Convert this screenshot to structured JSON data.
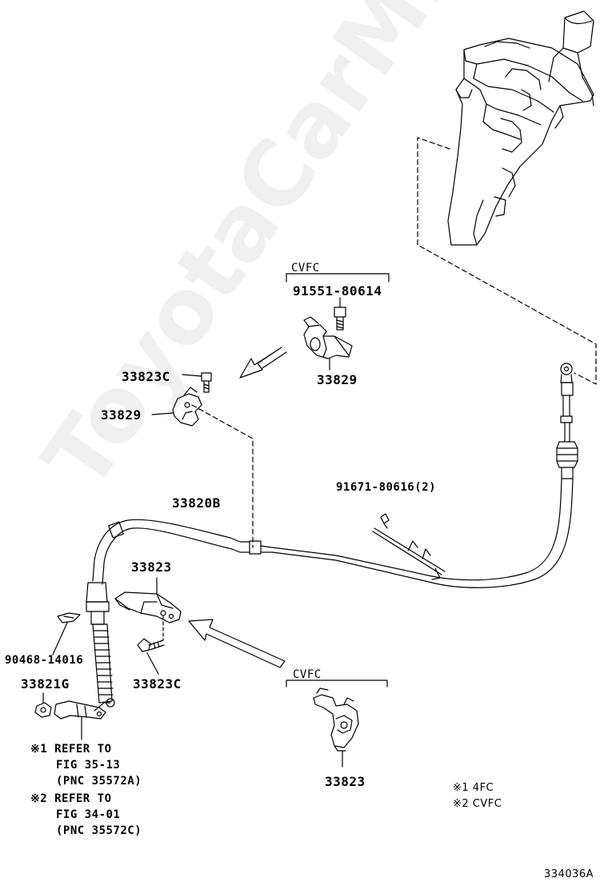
{
  "watermark": "ToyotaCarMine.ru",
  "labels": {
    "cvfc_top": "CVFC",
    "bolt_top": "91551-80614",
    "bracket_top": "33829",
    "bolt_left": "33823C",
    "bracket_left": "33829",
    "cable": "33820B",
    "clip_pair": "91671-80616(2)",
    "retainer_mid": "33823",
    "clip_small": "90468-14016",
    "bolt_mid": "33823C",
    "nut_end": "33821G",
    "cvfc_bottom": "CVFC",
    "retainer_bottom": "33823"
  },
  "references": [
    {
      "line1": "※1 REFER TO",
      "line2": "FIG 35-13",
      "line3": "(PNC 35572A)"
    },
    {
      "line1": "※2 REFER TO",
      "line2": "FIG 34-01",
      "line3": "(PNC 35572C)"
    }
  ],
  "notes": [
    "※1 4FC",
    "※2 CVFC"
  ],
  "figure_id": "334036A"
}
